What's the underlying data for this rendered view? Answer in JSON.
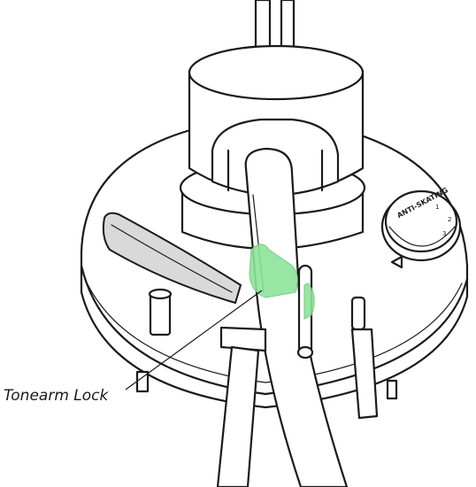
{
  "figure": {
    "callout_label": "Tonearm Lock",
    "dial_text": "ANTI-SKATING",
    "dial_numbers": [
      "1",
      "2",
      "3"
    ],
    "highlight_color": "#8fe39a",
    "line_color": "#1a1a1a"
  }
}
